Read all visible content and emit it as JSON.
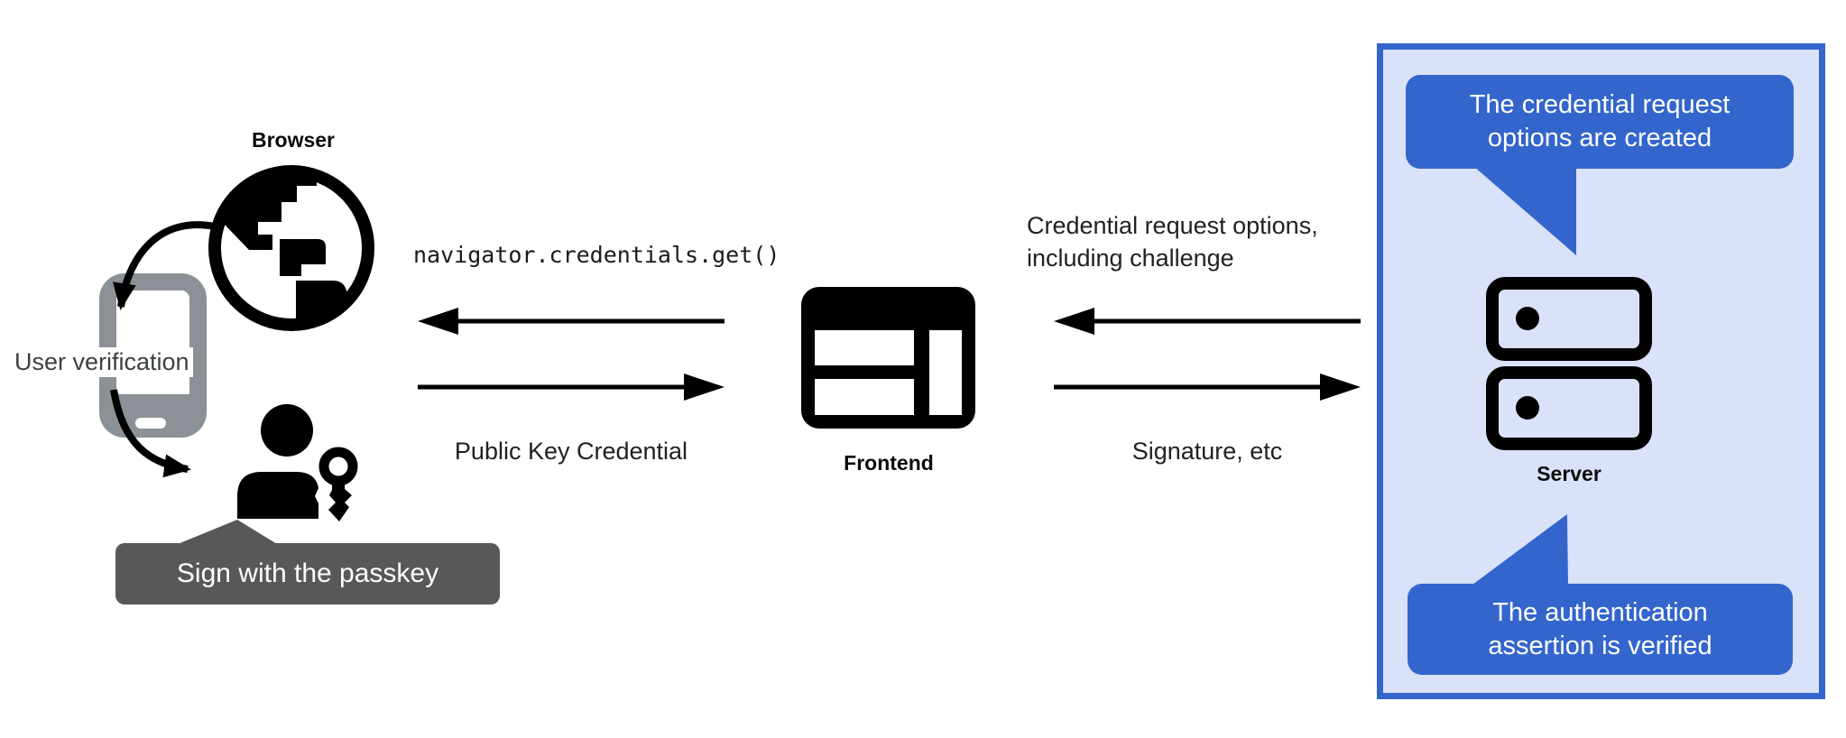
{
  "diagram": {
    "type": "flow-diagram",
    "topic": "Passkey authentication with WebAuthn"
  },
  "colors": {
    "blue": "#3365CD",
    "panel_background": "#D9E2F9",
    "tooltip_gray": "#57585A",
    "phone_gray": "#8B9196",
    "text_dark": "#202124",
    "white": "#FFFFFF",
    "black": "#000000"
  },
  "left": {
    "browser_label": "Browser",
    "user_verification_label": "User verification",
    "passkey_tooltip_label": "Sign with the passkey",
    "icons": [
      "globe-icon",
      "phone-icon",
      "person-key-icon"
    ]
  },
  "middle": {
    "code_call_label": "navigator.credentials.get()",
    "public_key_credential_label": "Public Key Credential",
    "frontend_label": "Frontend",
    "icons": [
      "browser-window-icon",
      "arrow-left-icon",
      "arrow-right-icon"
    ]
  },
  "right": {
    "credential_request_line1": "Credential request options,",
    "credential_request_line2": "including challenge",
    "signature_label": "Signature, etc",
    "server_label": "Server",
    "top_bubble": {
      "line1": "The credential request",
      "line2": "options are created"
    },
    "bottom_bubble": {
      "line1": "The authentication",
      "line2": "assertion is verified"
    },
    "icons": [
      "server-icon",
      "arrow-left-icon",
      "arrow-right-icon"
    ]
  }
}
